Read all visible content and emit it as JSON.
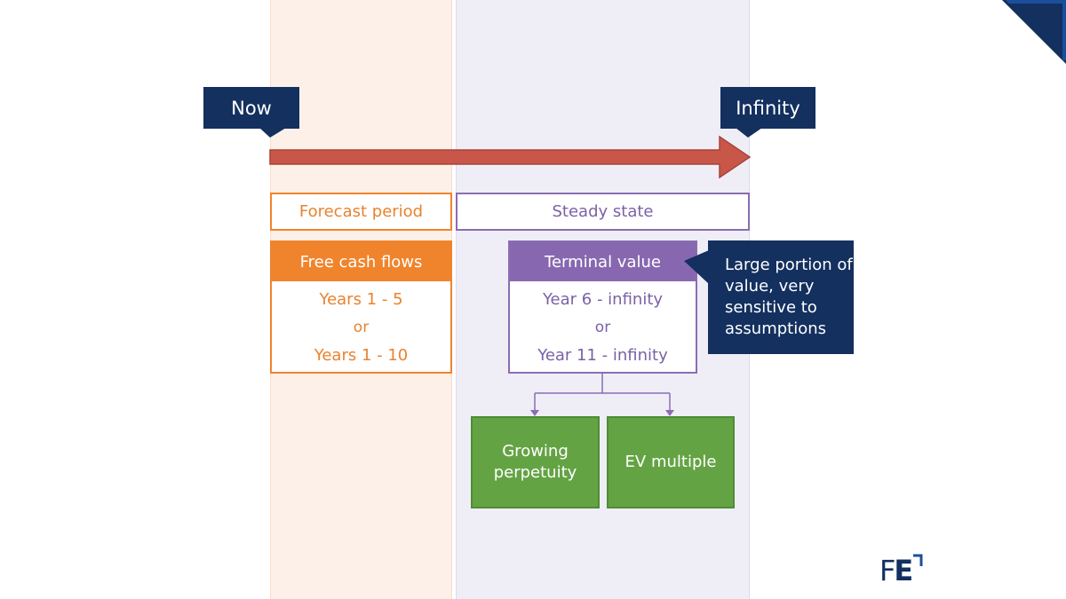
{
  "timeline": {
    "start_label": "Now",
    "end_label": "Infinity"
  },
  "periods": {
    "forecast_label": "Forecast period",
    "steady_label": "Steady state"
  },
  "forecast_card": {
    "title": "Free cash flows",
    "line1": "Years 1 - 5",
    "line2": "or",
    "line3": "Years 1 - 10"
  },
  "terminal_card": {
    "title": "Terminal value",
    "line1": "Year 6 - infinity",
    "line2": "or",
    "line3": "Year 11 - infinity"
  },
  "callout": {
    "text": "Large portion of value, very sensitive to assumptions"
  },
  "methods": {
    "growing": "Growing perpetuity",
    "ev": "EV multiple"
  },
  "logo": {
    "letter1": "F",
    "letter2": "E"
  },
  "colors": {
    "navy": "#13305f",
    "orange": "#f0842c",
    "purple": "#8768b0",
    "green": "#64a344",
    "arrow": "#c8574a"
  }
}
